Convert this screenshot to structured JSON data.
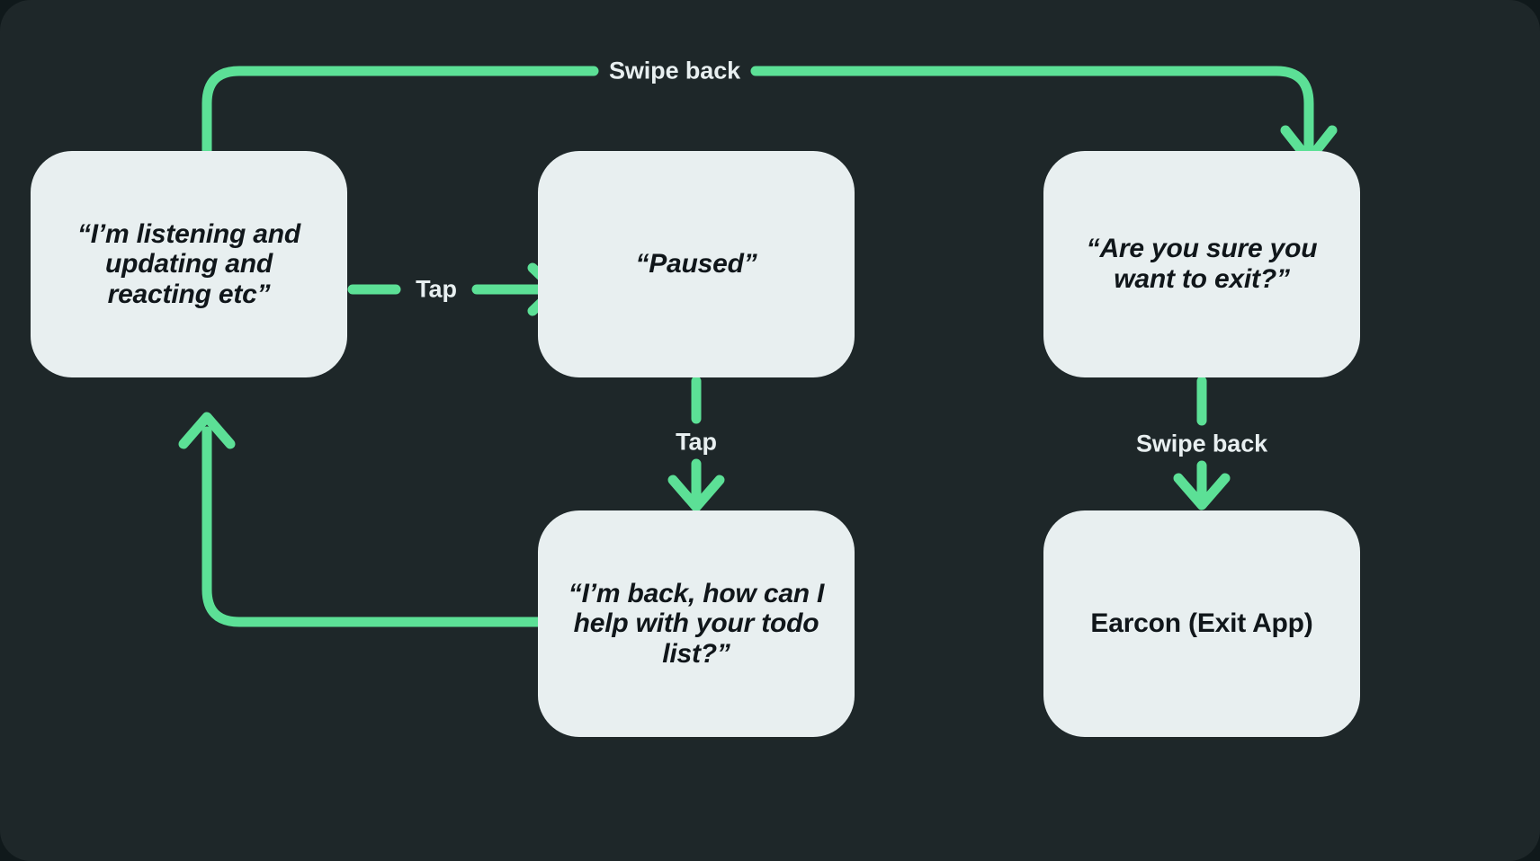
{
  "canvas": {
    "background_color": "#1e2729",
    "node_fill_color": "#e8eff0",
    "accent_color": "#5ce096",
    "label_color": "#e8eff0",
    "node_text_color": "#10161a"
  },
  "nodes": [
    {
      "id": "listening",
      "label": "“I’m listening and updating and reacting etc”",
      "style": "italic"
    },
    {
      "id": "paused",
      "label": "“Paused”",
      "style": "italic"
    },
    {
      "id": "exit",
      "label": "“Are you sure you want to exit?”",
      "style": "italic"
    },
    {
      "id": "back",
      "label": "“I’m back, how can I help with your todo list?”",
      "style": "italic"
    },
    {
      "id": "earcon",
      "label": "Earcon (Exit App)",
      "style": "plain"
    }
  ],
  "edges": [
    {
      "id": "listening-to-paused",
      "label": "Tap",
      "from": "listening",
      "to": "paused"
    },
    {
      "id": "paused-to-back",
      "label": "Tap",
      "from": "paused",
      "to": "back"
    },
    {
      "id": "listening-to-exit",
      "label": "Swipe back",
      "from": "listening",
      "to": "exit"
    },
    {
      "id": "exit-to-earcon",
      "label": "Swipe back",
      "from": "exit",
      "to": "earcon"
    },
    {
      "id": "back-to-listening",
      "label": "",
      "from": "back",
      "to": "listening"
    }
  ]
}
